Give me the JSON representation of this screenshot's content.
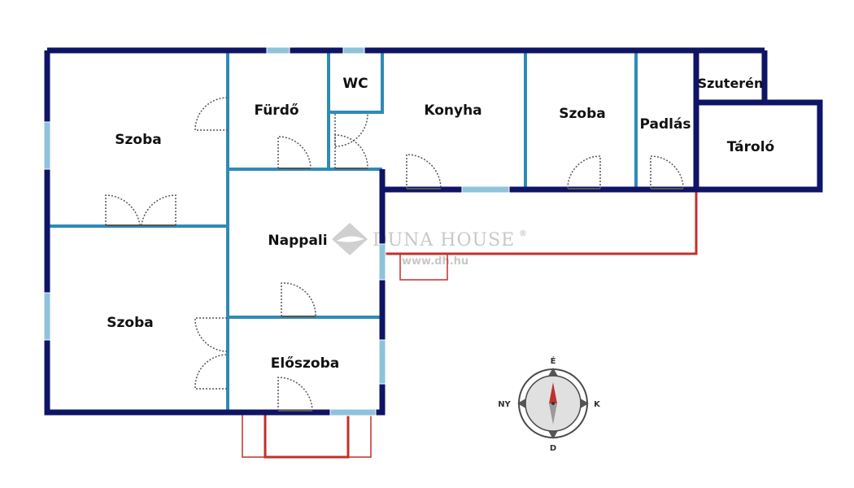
{
  "colors": {
    "outer_wall": "#0e1466",
    "inner_wall": "#2e8bb5",
    "window": "#8fc3dc",
    "door": "#555555",
    "terrace": "#c0312b",
    "watermark": "#c8c8c8"
  },
  "rooms": {
    "szoba_1": "Szoba",
    "furdo": "Fürdő",
    "wc": "WC",
    "konyha": "Konyha",
    "szoba_2": "Szoba",
    "padlas": "Padlás",
    "szuteren": "Szuterén",
    "tarolo": "Tároló",
    "nappali": "Nappali",
    "szoba_3": "Szoba",
    "eloszoba": "Előszoba"
  },
  "watermark": {
    "brand": "DUNA HOUSE",
    "registered": "®",
    "url": "www.dh.hu",
    "logo_icon": "duna-house-diamond-icon"
  },
  "compass": {
    "north": "É",
    "east": "K",
    "south": "D",
    "west": "NY",
    "icon": "compass-icon"
  }
}
